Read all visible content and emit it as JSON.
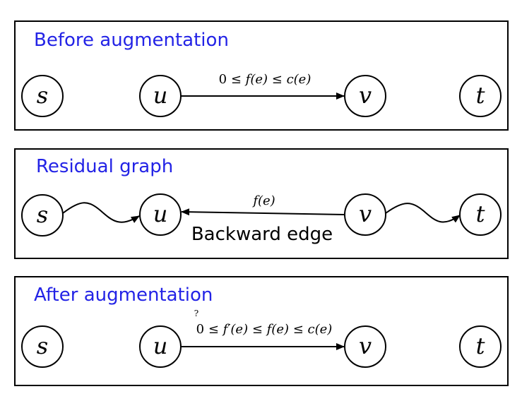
{
  "panels": [
    {
      "title": "Before augmentation",
      "nodes": {
        "s": "s",
        "u": "u",
        "v": "v",
        "t": "t"
      },
      "edge_label_parts": [
        "0 ",
        "≤",
        " f(e) ",
        "≤",
        " c(e)"
      ]
    },
    {
      "title": "Residual graph",
      "nodes": {
        "s": "s",
        "u": "u",
        "v": "v",
        "t": "t"
      },
      "edge_label_parts": [
        "f(e)"
      ],
      "annotation": "Backward edge"
    },
    {
      "title": "After augmentation",
      "nodes": {
        "s": "s",
        "u": "u",
        "v": "v",
        "t": "t"
      },
      "edge_label_parts": [
        "0 ",
        "≤",
        " f′(e) ",
        "≤",
        " f(e) ",
        "≤",
        " c(e)"
      ],
      "question_mark": "?"
    }
  ]
}
